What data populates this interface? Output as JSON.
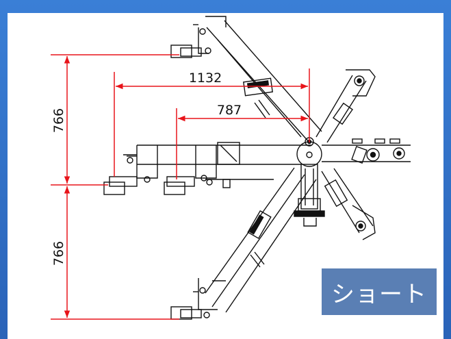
{
  "dimensions": {
    "top_vertical": "766",
    "bottom_vertical": "766",
    "horizontal_long": "1132",
    "horizontal_short": "787"
  },
  "badge": {
    "label": "ショート"
  },
  "colors": {
    "dimension_line": "#e8141a",
    "outline": "#111111",
    "badge_bg": "#5a7fb4",
    "frame": "#2f6fc2"
  }
}
